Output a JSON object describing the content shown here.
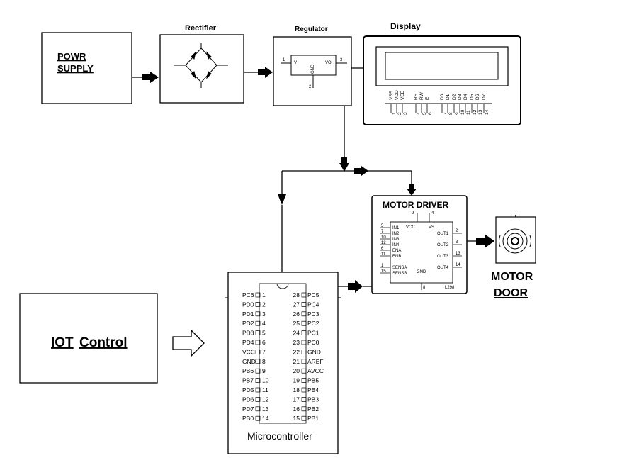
{
  "power_supply": {
    "line1": "POWR",
    "line2": "SUPPLY"
  },
  "rectifier": {
    "title": "Rectifier"
  },
  "regulator": {
    "title": "Regulator",
    "pin1": "1",
    "pin_v": "V",
    "pin_vo": "VO",
    "pin3": "3",
    "pin_gnd": "GND",
    "pin2": "2"
  },
  "display": {
    "title": "Display",
    "pins": [
      {
        "name": "VSS",
        "num": "1"
      },
      {
        "name": "VDD",
        "num": "2"
      },
      {
        "name": "VEE",
        "num": "3"
      },
      {
        "name": "RS",
        "num": "4"
      },
      {
        "name": "RW",
        "num": "5"
      },
      {
        "name": "E",
        "num": "6"
      },
      {
        "name": "D0",
        "num": "7"
      },
      {
        "name": "D1",
        "num": "8"
      },
      {
        "name": "D2",
        "num": "9"
      },
      {
        "name": "D3",
        "num": "10"
      },
      {
        "name": "D4",
        "num": "11"
      },
      {
        "name": "D5",
        "num": "12"
      },
      {
        "name": "D6",
        "num": "13"
      },
      {
        "name": "D7",
        "num": "14"
      }
    ]
  },
  "motor_driver": {
    "title": "MOTOR  DRIVER",
    "top_pins": [
      {
        "num": "9",
        "label": "VCC"
      },
      {
        "num": "4",
        "label": "VS"
      }
    ],
    "left_pins": [
      {
        "num": "5",
        "label": "IN1"
      },
      {
        "num": "7",
        "label": "IN2"
      },
      {
        "num": "10",
        "label": "IN3"
      },
      {
        "num": "12",
        "label": "IN4"
      },
      {
        "num": "6",
        "label": "ENA"
      },
      {
        "num": "11",
        "label": "ENB"
      },
      {
        "num": "1",
        "label": "SENSA"
      },
      {
        "num": "15",
        "label": "SENSB"
      }
    ],
    "right_pins": [
      {
        "num": "2",
        "label": "OUT1"
      },
      {
        "num": "3",
        "label": "OUT2"
      },
      {
        "num": "13",
        "label": "OUT3"
      },
      {
        "num": "14",
        "label": "OUT4"
      }
    ],
    "gnd_label": "GND",
    "gnd_pin": "8",
    "part": "L298"
  },
  "motor": {
    "label_line1": "MOTOR",
    "label_line2": "DOOR"
  },
  "iot": {
    "word1": "IOT",
    "word2": "Control"
  },
  "microcontroller": {
    "title": "Microcontroller",
    "left_pins": [
      {
        "num": "1",
        "label": "PC6"
      },
      {
        "num": "2",
        "label": "PD0"
      },
      {
        "num": "3",
        "label": "PD1"
      },
      {
        "num": "4",
        "label": "PD2"
      },
      {
        "num": "5",
        "label": "PD3"
      },
      {
        "num": "6",
        "label": "PD4"
      },
      {
        "num": "7",
        "label": "VCC"
      },
      {
        "num": "8",
        "label": "GND"
      },
      {
        "num": "9",
        "label": "PB6"
      },
      {
        "num": "10",
        "label": "PB7"
      },
      {
        "num": "11",
        "label": "PD5"
      },
      {
        "num": "12",
        "label": "PD6"
      },
      {
        "num": "13",
        "label": "PD7"
      },
      {
        "num": "14",
        "label": "PB0"
      }
    ],
    "right_pins": [
      {
        "num": "28",
        "label": "PC5"
      },
      {
        "num": "27",
        "label": "PC4"
      },
      {
        "num": "26",
        "label": "PC3"
      },
      {
        "num": "25",
        "label": "PC2"
      },
      {
        "num": "24",
        "label": "PC1"
      },
      {
        "num": "23",
        "label": "PC0"
      },
      {
        "num": "22",
        "label": "GND"
      },
      {
        "num": "21",
        "label": "AREF"
      },
      {
        "num": "20",
        "label": "AVCC"
      },
      {
        "num": "19",
        "label": "PB5"
      },
      {
        "num": "18",
        "label": "PB4"
      },
      {
        "num": "17",
        "label": "PB3"
      },
      {
        "num": "16",
        "label": "PB2"
      },
      {
        "num": "15",
        "label": "PB1"
      }
    ]
  }
}
